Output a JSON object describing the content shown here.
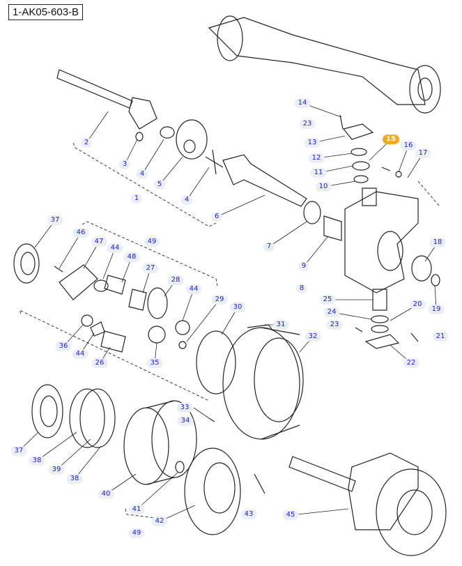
{
  "title": "1-AK05-603-B",
  "highlight_color": "#f0a92a",
  "label_color": "#1d1dc8",
  "callouts": [
    {
      "text": "14"
    },
    {
      "text": "23"
    },
    {
      "text": "13"
    },
    {
      "text": "12"
    },
    {
      "text": "15",
      "highlighted": true
    },
    {
      "text": "16"
    },
    {
      "text": "17"
    },
    {
      "text": "11"
    },
    {
      "text": "10"
    },
    {
      "text": "2"
    },
    {
      "text": "3"
    },
    {
      "text": "4"
    },
    {
      "text": "5"
    },
    {
      "text": "1"
    },
    {
      "text": "4"
    },
    {
      "text": "6"
    },
    {
      "text": "37"
    },
    {
      "text": "46"
    },
    {
      "text": "47"
    },
    {
      "text": "49"
    },
    {
      "text": "44"
    },
    {
      "text": "48"
    },
    {
      "text": "27"
    },
    {
      "text": "28"
    },
    {
      "text": "44"
    },
    {
      "text": "29"
    },
    {
      "text": "30"
    },
    {
      "text": "31"
    },
    {
      "text": "7"
    },
    {
      "text": "9"
    },
    {
      "text": "8"
    },
    {
      "text": "18"
    },
    {
      "text": "19"
    },
    {
      "text": "25"
    },
    {
      "text": "20"
    },
    {
      "text": "24"
    },
    {
      "text": "23"
    },
    {
      "text": "21"
    },
    {
      "text": "22"
    },
    {
      "text": "32"
    },
    {
      "text": "36"
    },
    {
      "text": "44"
    },
    {
      "text": "26"
    },
    {
      "text": "35"
    },
    {
      "text": "33"
    },
    {
      "text": "34"
    },
    {
      "text": "37"
    },
    {
      "text": "38"
    },
    {
      "text": "39"
    },
    {
      "text": "38"
    },
    {
      "text": "40"
    },
    {
      "text": "41"
    },
    {
      "text": "42"
    },
    {
      "text": "49"
    },
    {
      "text": "43"
    },
    {
      "text": "45"
    }
  ]
}
